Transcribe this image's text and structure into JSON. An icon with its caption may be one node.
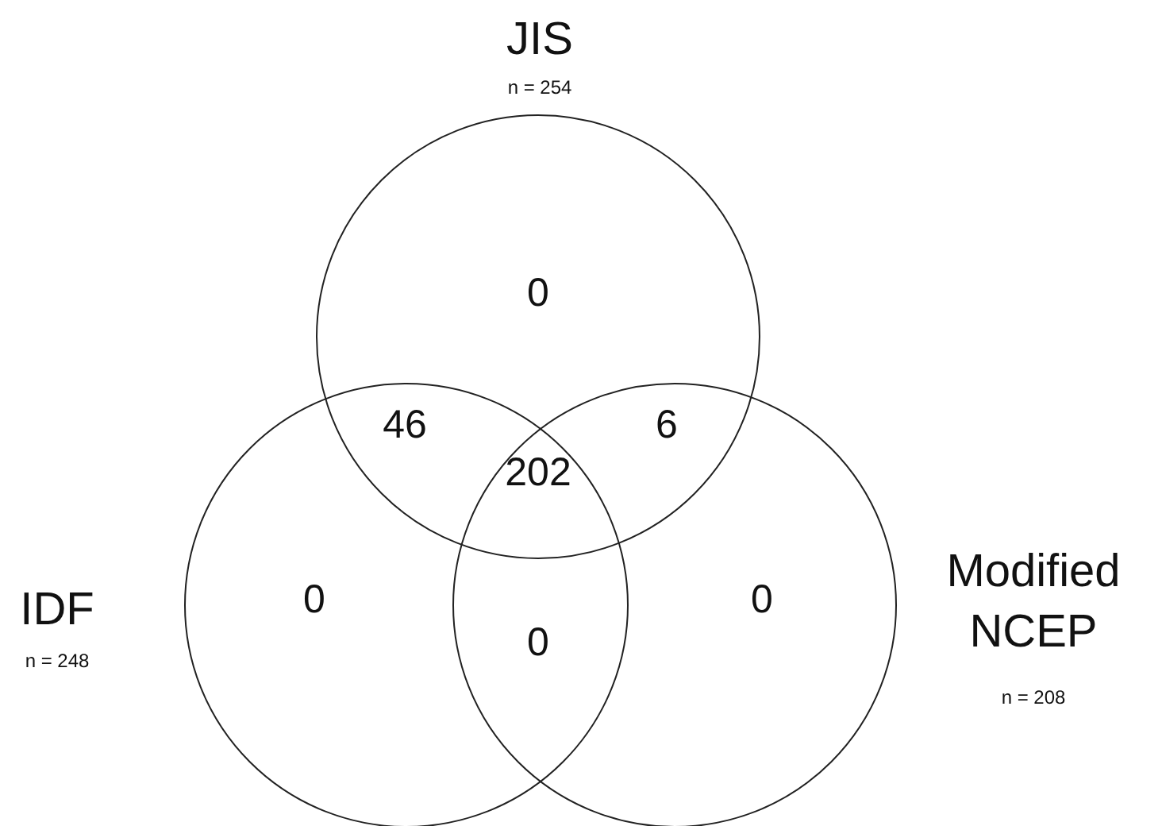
{
  "diagram": {
    "nodes": [
      {
        "text": [
          "JIS",
          "n = 254"
        ]
      },
      {
        "text": [
          "IDF",
          "n = 248"
        ]
      },
      {
        "text": [
          "Modified NCEP",
          "n = 208"
        ]
      }
    ],
    "labels": [
      "0",
      "46",
      "6",
      "202",
      "0",
      "0",
      "0"
    ]
  }
}
